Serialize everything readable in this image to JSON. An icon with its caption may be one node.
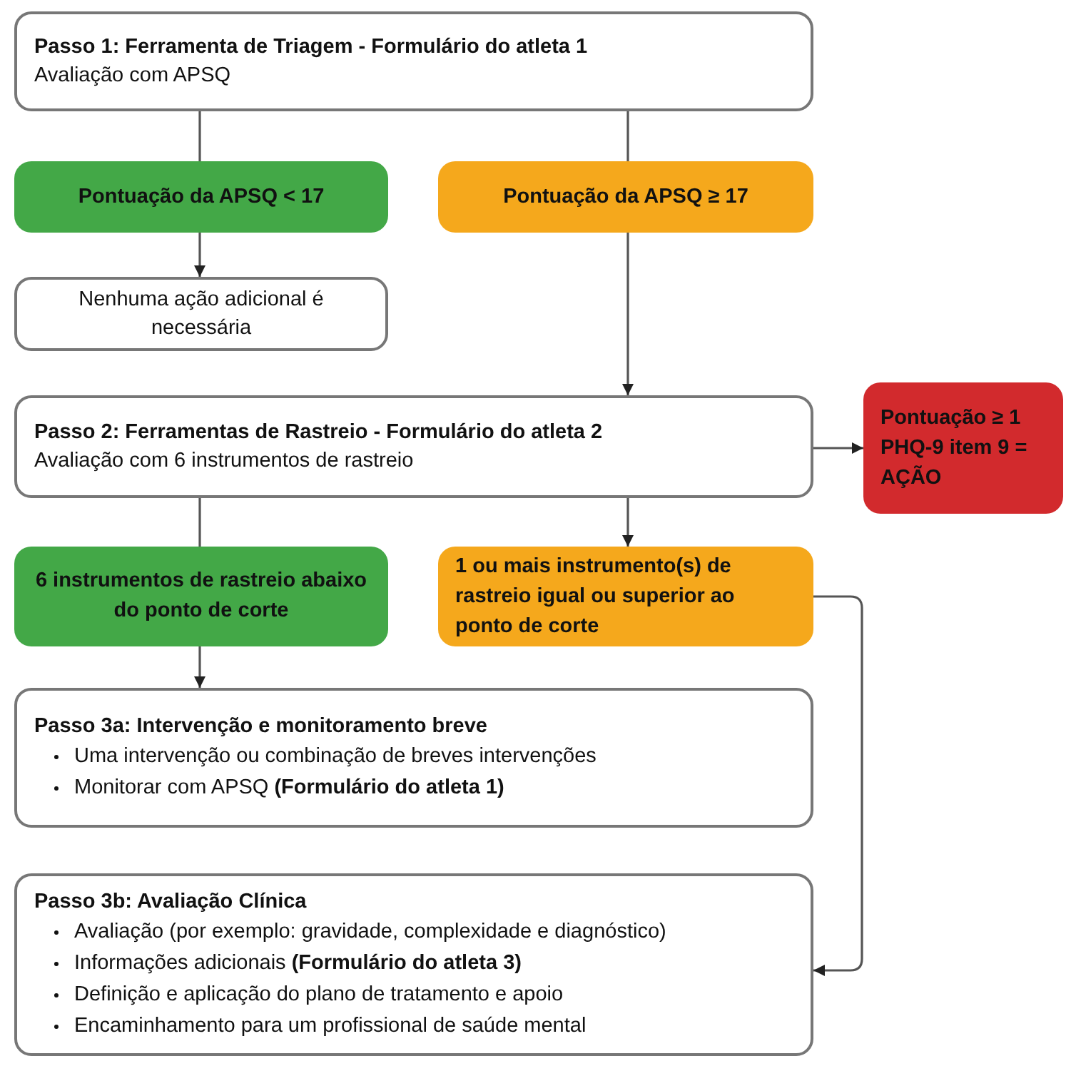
{
  "diagram": {
    "nodes": [
      {
        "text": [
          "Passo 1: Ferramenta de Triagem - Formulário do atleta 1",
          "Avaliação com  APSQ"
        ]
      },
      {
        "text": [
          "Pontuação da APSQ < 17"
        ]
      },
      {
        "text": [
          "Pontuação da APSQ ≥ 17"
        ]
      },
      {
        "text": [
          "Nenhuma ação adicional é necessária"
        ]
      },
      {
        "text": [
          "Passo 2: Ferramentas de Rastreio - Formulário do atleta 2",
          "Avaliação com 6 instrumentos de rastreio"
        ]
      },
      {
        "text": [
          "Pontuação ≥ 1 PHQ-9 item 9 = AÇÃO"
        ]
      },
      {
        "text": [
          "6 instrumentos de rastreio abaixo do ponto de corte"
        ]
      },
      {
        "text": [
          "1 ou mais instrumento(s) de rastreio igual ou superior ao ponto de corte"
        ]
      },
      {
        "text": [
          "Passo 3a: Intervenção e monitoramento breve",
          "Uma intervenção ou combinação de breves intervenções",
          "Monitorar com APSQ **(Formulário do atleta 1)**"
        ]
      },
      {
        "text": [
          "Passo 3b: Avaliação Clínica",
          "Avaliação (por exemplo: gravidade, complexidade e diagnóstico)",
          "Informações  adicionais **(Formulário do atleta 3)**",
          "Definição e aplicação do plano de tratamento e apoio",
          "Encaminhamento para um profissional de saúde mental"
        ]
      }
    ],
    "edges": [
      {
        "from": 0,
        "to": 1,
        "arrow": "none"
      },
      {
        "from": 0,
        "to": 2,
        "arrow": "none"
      },
      {
        "from": 1,
        "to": 3,
        "arrow": "to"
      },
      {
        "from": 2,
        "to": 4,
        "arrow": "to"
      },
      {
        "from": 4,
        "to": 5,
        "arrow": "to"
      },
      {
        "from": 4,
        "to": 6,
        "arrow": "none"
      },
      {
        "from": 4,
        "to": 7,
        "arrow": "to"
      },
      {
        "from": 6,
        "to": 8,
        "arrow": "to"
      },
      {
        "from": 7,
        "to": 9,
        "arrow": "to"
      }
    ]
  }
}
